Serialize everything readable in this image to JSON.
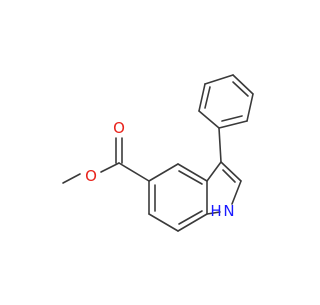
{
  "molecule": {
    "atom_labels": {
      "ester_carbonyl_oxygen": "O",
      "ester_ether_oxygen": "O",
      "indole_nitrogen": "N",
      "indole_nitrogen_hydrogen": "H"
    }
  },
  "colors": {
    "bond": "#3a3a3a",
    "oxygen": "#e8231c",
    "nitrogen": "#1a1aff",
    "background": "#ffffff"
  }
}
